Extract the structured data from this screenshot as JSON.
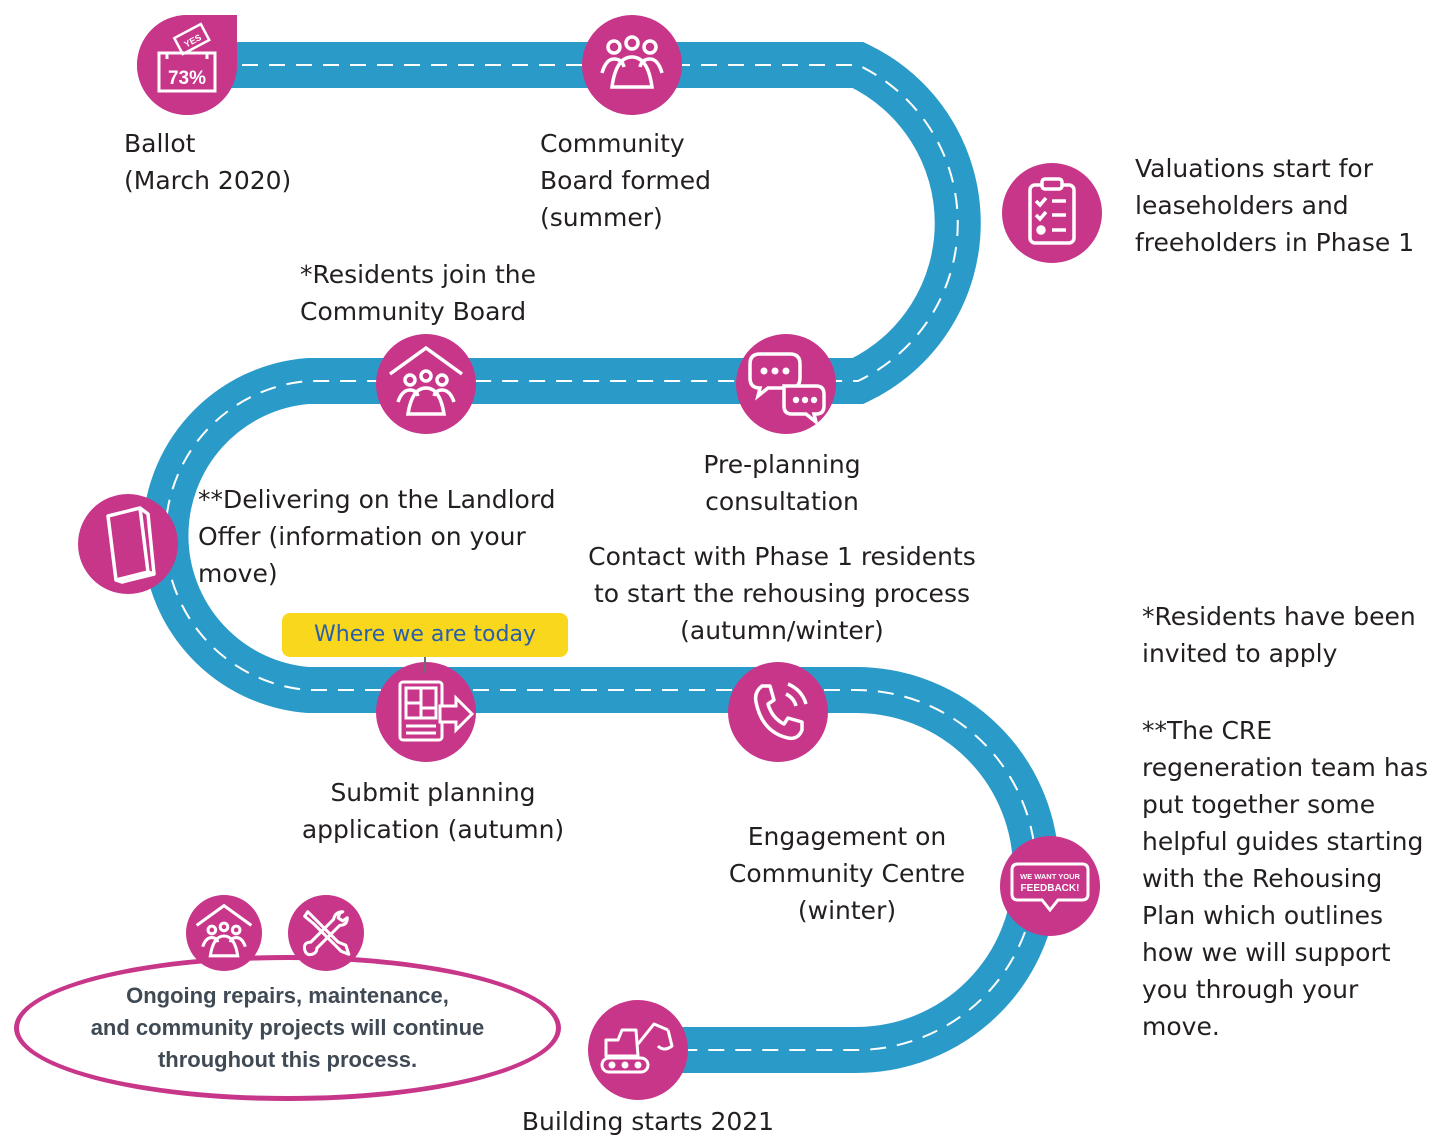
{
  "colors": {
    "road": "#2a9bc9",
    "milestone": "#c8368a",
    "badge": "#f9d71c",
    "badge_text": "#2b5faa"
  },
  "milestones": [
    {
      "icon": "ballot-box-icon",
      "ballot_result": "73%",
      "ballot_vote": "YES",
      "label": [
        "Ballot",
        "(March 2020)"
      ]
    },
    {
      "icon": "people-group-icon",
      "label": [
        "Community",
        "Board formed",
        "(summer)"
      ]
    },
    {
      "icon": "clipboard-checklist-icon",
      "label": [
        "Valuations start for",
        "leaseholders and",
        "freeholders in Phase 1"
      ]
    },
    {
      "icon": "chat-bubbles-icon",
      "label": [
        "Pre-planning",
        "consultation"
      ]
    },
    {
      "icon": "house-people-icon",
      "label": [
        "*Residents join the",
        "Community Board"
      ]
    },
    {
      "icon": "booklet-icon",
      "label": [
        "**Delivering on the Landlord",
        "Offer (information on your",
        "move)"
      ]
    },
    {
      "icon": "planning-document-icon",
      "label": [
        "Submit planning",
        "application (autumn)"
      ]
    },
    {
      "icon": "phone-icon",
      "label": [
        "Contact with Phase 1 residents",
        "to start the rehousing process",
        "(autumn/winter)"
      ]
    },
    {
      "icon": "feedback-sign-icon",
      "sign_text": [
        "WE WANT YOUR",
        "FEEDBACK!"
      ],
      "label": [
        "Engagement on",
        "Community Centre",
        "(winter)"
      ]
    },
    {
      "icon": "excavator-icon",
      "label": [
        "Building starts 2021"
      ]
    }
  ],
  "today_marker": "Where we are today",
  "notes": {
    "residents": [
      "*Residents have been",
      "invited to apply"
    ],
    "cre": [
      "**The CRE",
      "regeneration team has",
      "put together some",
      "helpful guides starting",
      "with the Rehousing",
      "Plan which outlines",
      "how we will support",
      "you through your",
      "move."
    ]
  },
  "ongoing": {
    "icons": [
      "house-people-icon",
      "tools-icon"
    ],
    "text": [
      "Ongoing repairs, maintenance,",
      "and community projects will continue",
      "throughout this process."
    ]
  }
}
